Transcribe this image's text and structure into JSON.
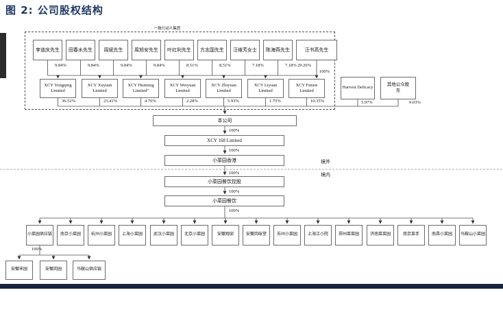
{
  "title": "图 2: 公司股权结构",
  "diagram": {
    "group_label": "一致行动人集团",
    "persons": [
      {
        "name": "李道庆先生",
        "pct": "9.84%"
      },
      {
        "name": "田春水先生",
        "pct": "9.84%"
      },
      {
        "name": "周斌先生",
        "pct": "9.84%"
      },
      {
        "name": "周旭安先生",
        "pct": "9.84%"
      },
      {
        "name": "叶红利先生",
        "pct": "8.51%"
      },
      {
        "name": "方志国先生",
        "pct": "8.51%"
      },
      {
        "name": "汪维芳女士",
        "pct": "7.18%"
      },
      {
        "name": "陈海燕先生",
        "pct": "7.18%"
      },
      {
        "name": "汪书高先生",
        "pct": "29.26%"
      }
    ],
    "wang_to_future_pct": "100%",
    "xcy_entities": [
      {
        "name": "XCY Yongqing Limited",
        "pct": "36.52%"
      },
      {
        "name": "XCY Xuyuan Limited",
        "pct": "23.41%"
      },
      {
        "name": "XCY Huiming Limited”",
        "pct": "4.76%"
      },
      {
        "name": "XCY Weiyuan Limited",
        "pct": "2.28%"
      },
      {
        "name": "XCY Zhiyuan Limited",
        "pct": "5.93%"
      },
      {
        "name": "XCY Liyuan Limited",
        "pct": "1.75%"
      },
      {
        "name": "XCY Future Limited",
        "pct": "10.35%"
      }
    ],
    "external_shareholders": [
      {
        "name": "Harvest Delicacy",
        "pct": "5.97%"
      },
      {
        "name": "其他公众股东",
        "pct": "9.03%"
      }
    ],
    "chain": [
      {
        "name": "本公司",
        "pct_below": "100%"
      },
      {
        "name": "XCY 168 Limited",
        "pct_below": "100%"
      },
      {
        "name": "小菜园香港",
        "pct_below": "100%"
      },
      {
        "name": "小菜园餐饮控股",
        "pct_below": "100%"
      },
      {
        "name": "小菜园餐饮",
        "pct_below": "100%"
      }
    ],
    "regions": {
      "offshore": "境外",
      "onshore": "境内"
    },
    "subsidiaries": [
      "小菜园供应链",
      "南京小菜园",
      "杭州小菜园",
      "上海小菜园",
      "武汉小菜园",
      "北京小菜园",
      "安徽观邸",
      "安徽岗味堂",
      "苏州小菜园",
      "上海江小院",
      "郑州菜菜园",
      "济南菜菜园",
      "南京菜手",
      "南昌小菜园",
      "马鞍山小菜园"
    ],
    "supply_chain_pct": "100%",
    "supply_chain_subs": [
      "安徽丰园",
      "安徽岗园",
      "马鞍山供应链"
    ]
  },
  "colors": {
    "title": "#1F3864",
    "line": "#4a4a4a",
    "bottom_bar": "#17243E"
  }
}
